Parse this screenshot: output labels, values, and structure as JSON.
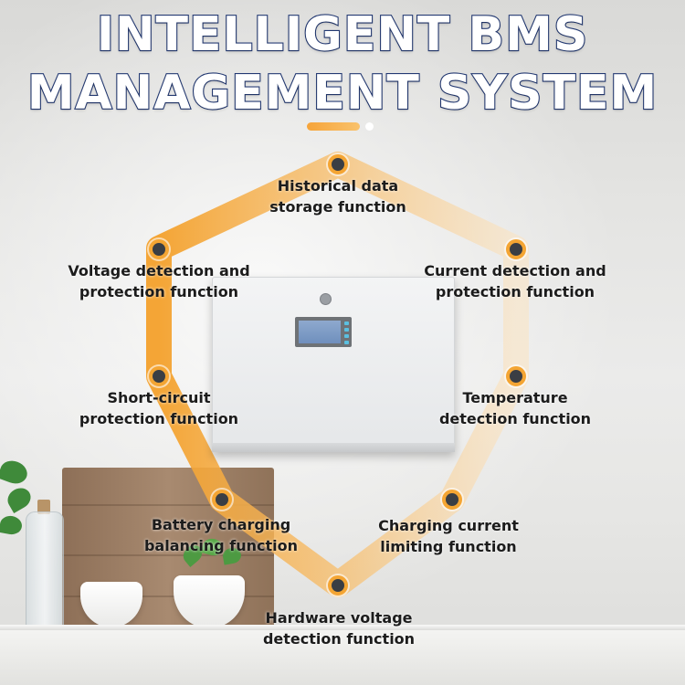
{
  "title": {
    "line1": "INTELLIGENT BMS",
    "line2": "MANAGEMENT SYSTEM"
  },
  "colors": {
    "title_stroke": "#243a73",
    "accent_orange": "#f4a533",
    "marker_fill": "#3a3e44"
  },
  "features": [
    {
      "line1": "Historical data",
      "line2": "storage function"
    },
    {
      "line1": "Voltage detection and",
      "line2": "protection function"
    },
    {
      "line1": "Current detection and",
      "line2": "protection function"
    },
    {
      "line1": "Short-circuit",
      "line2": "protection function"
    },
    {
      "line1": "Temperature",
      "line2": "detection function"
    },
    {
      "line1": "Battery charging",
      "line2": "balancing function"
    },
    {
      "line1": "Charging current",
      "line2": "limiting function"
    },
    {
      "line1": "Hardware voltage",
      "line2": "detection function"
    }
  ],
  "icons": {
    "device": "bms-device-icon",
    "marker": "feature-marker-icon",
    "shield": "shield-outline-icon"
  }
}
